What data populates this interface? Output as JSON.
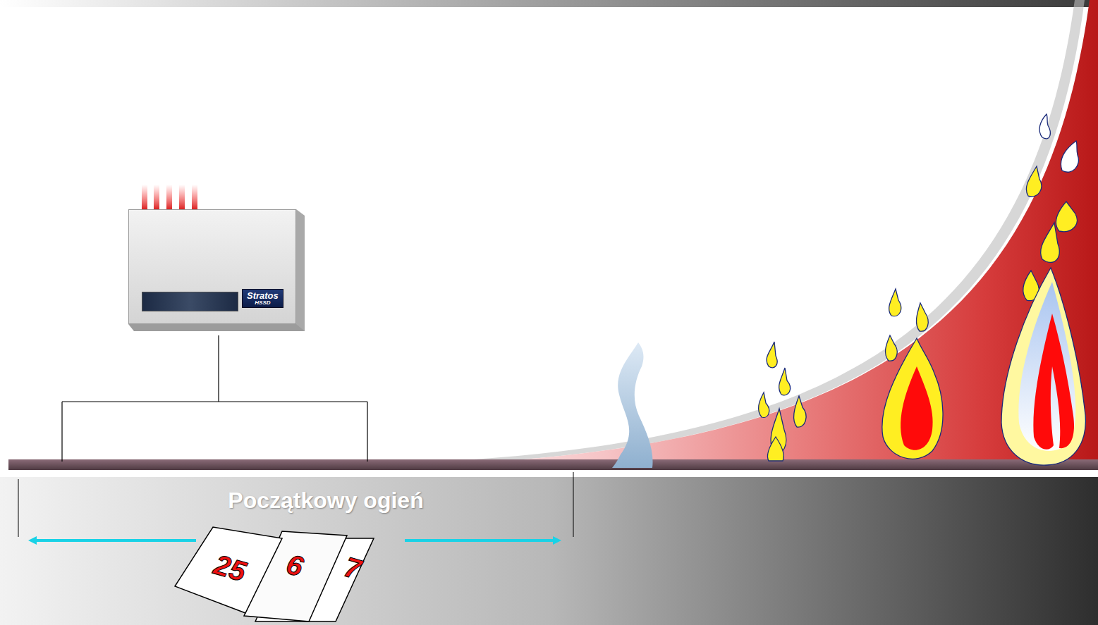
{
  "diagram": {
    "nodes": [
      {
        "text": [
          "Stratos",
          "HSSD"
        ]
      }
    ],
    "labels": [
      "Początkowy ogień",
      "25",
      "6",
      "7"
    ]
  }
}
